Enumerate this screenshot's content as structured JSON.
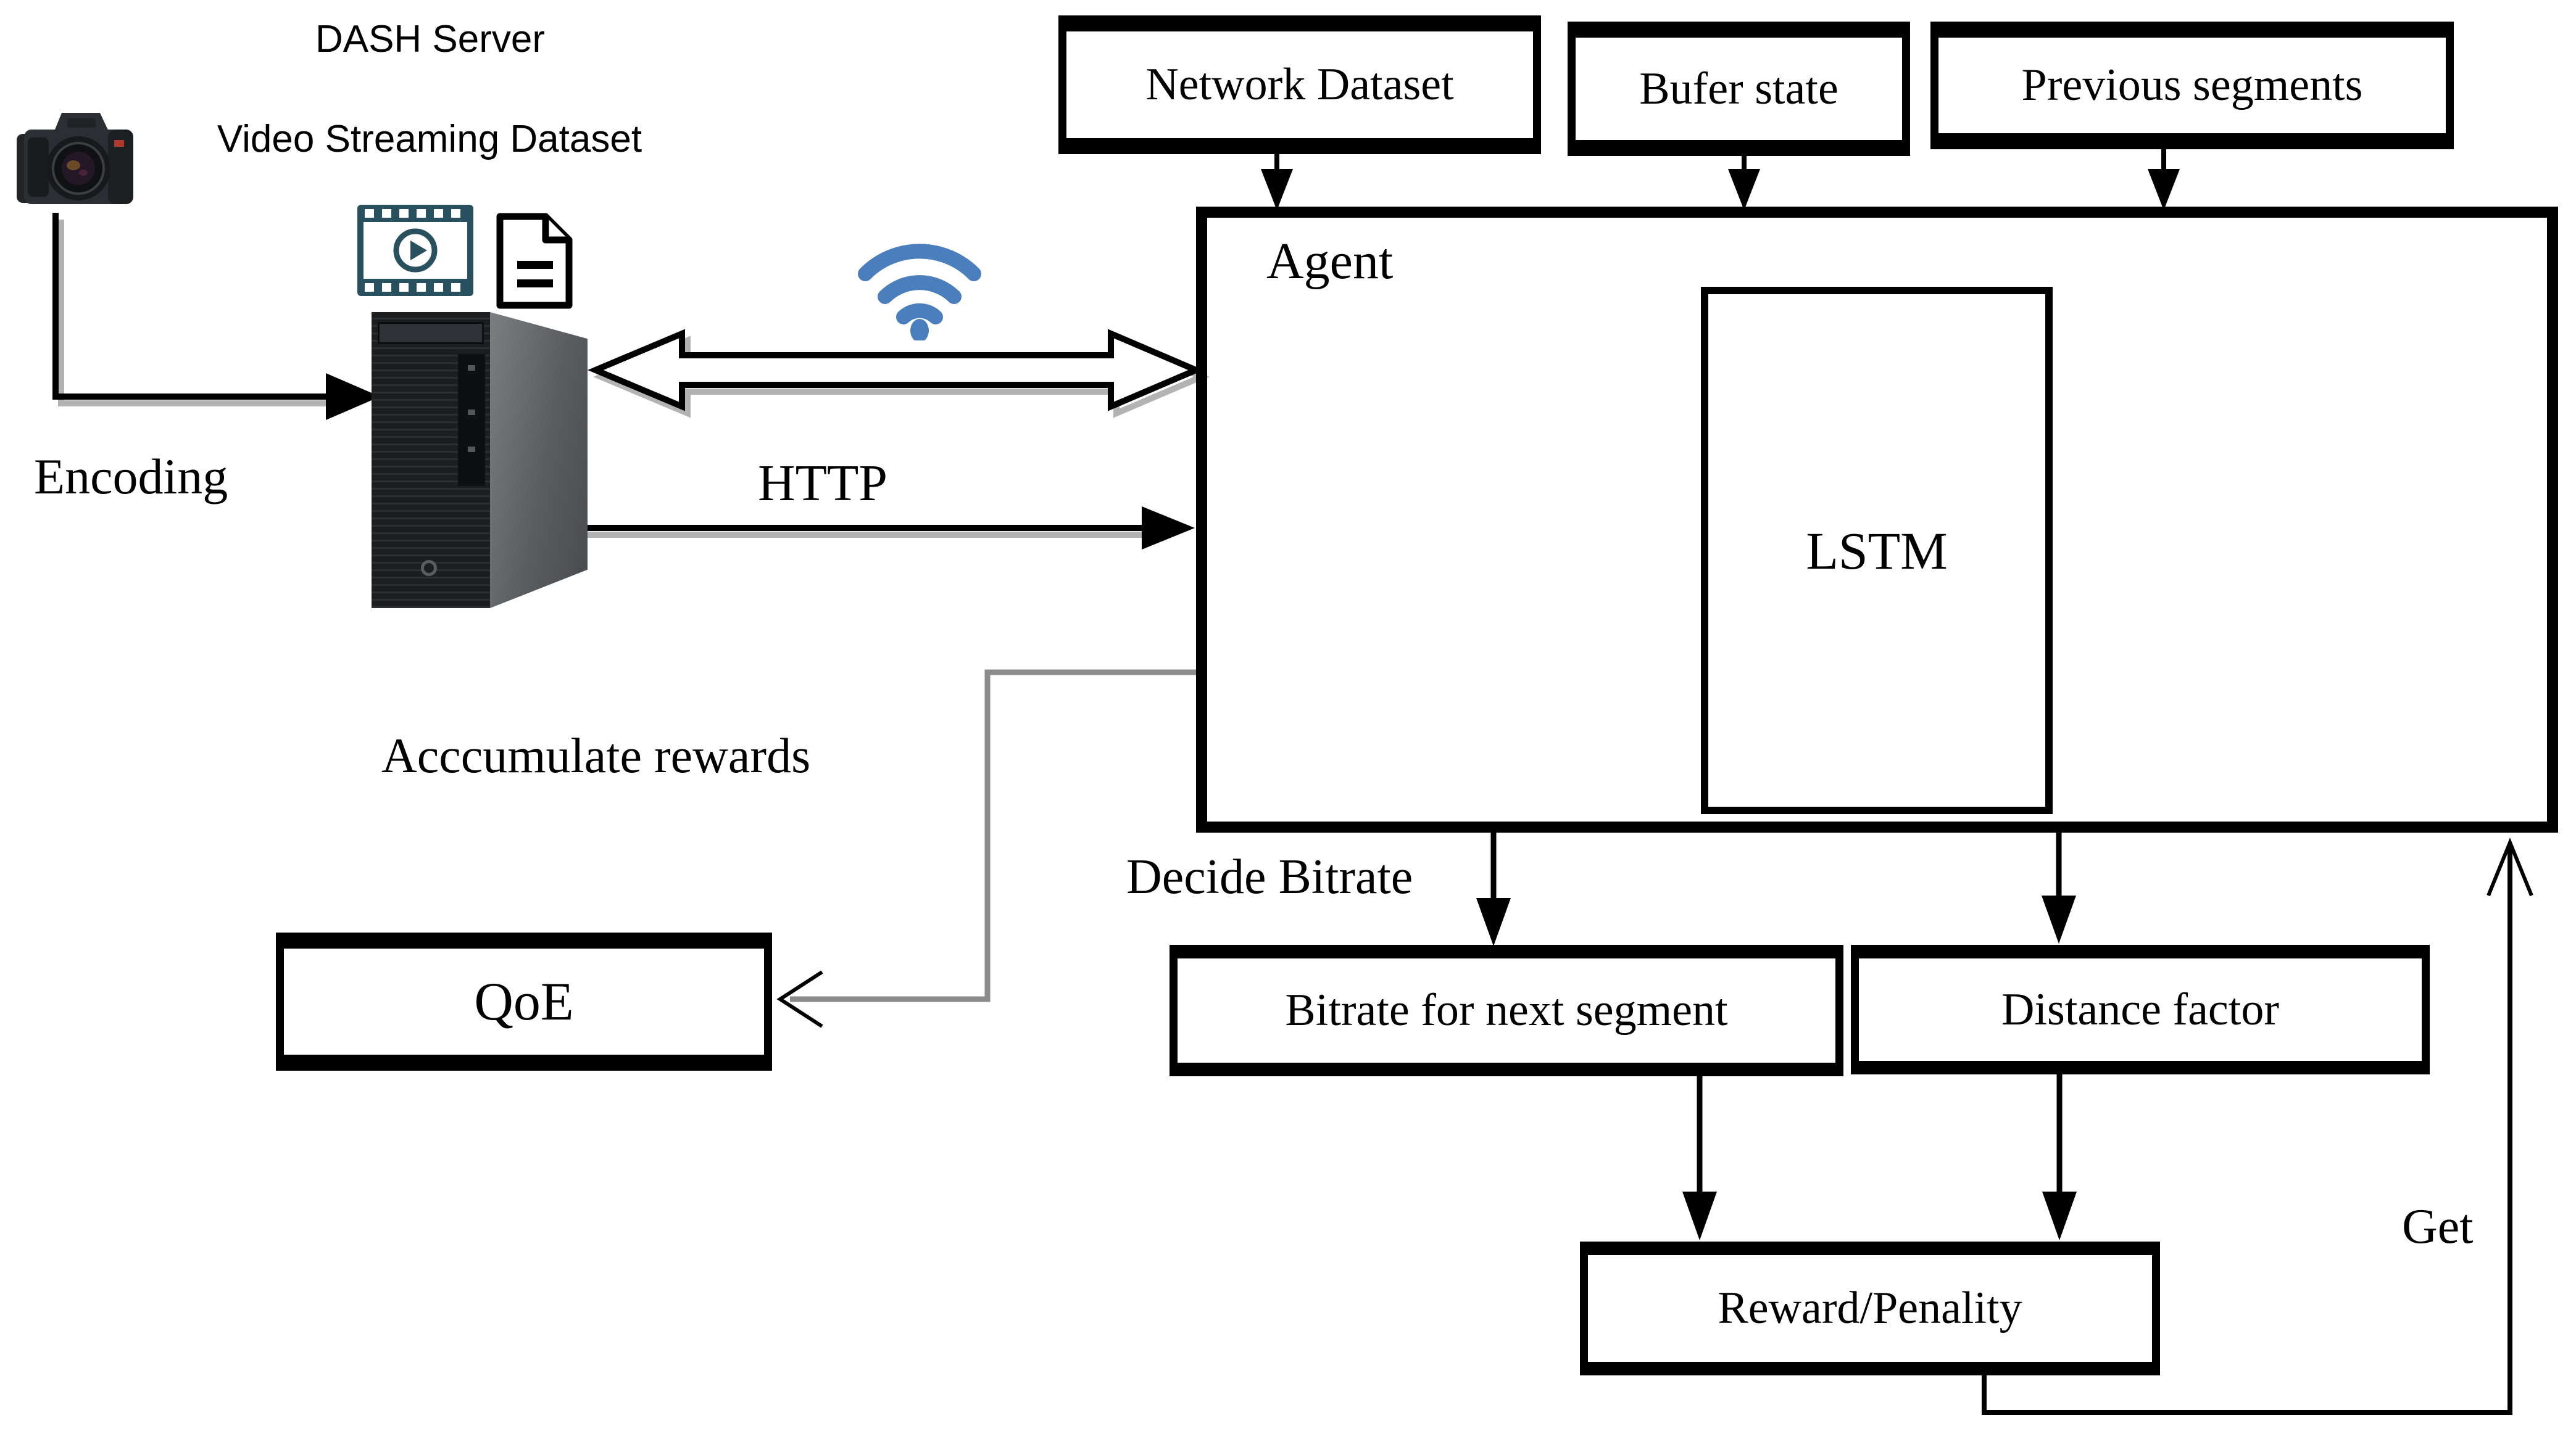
{
  "figure": {
    "type": "system-architecture-diagram",
    "description": "DASH video streaming reinforcement-learning agent loop"
  },
  "labels": {
    "dash_server": "DASH Server",
    "video_streaming_dataset": "Video Streaming Dataset",
    "encoding": "Encoding",
    "http": "HTTP",
    "agent": "Agent",
    "lstm": "LSTM",
    "network_dataset": "Network Dataset",
    "buffer_state": "Bufer state",
    "previous_segments": "Previous segments",
    "accumulate_rewards": "Acccumulate rewards",
    "decide_bitrate": "Decide Bitrate",
    "qoe": "QoE",
    "bitrate_next_segment": "Bitrate for next segment",
    "distance_factor": "Distance factor",
    "reward_penality": "Reward/Penality",
    "get": "Get"
  },
  "icons": {
    "camera": "dslr-camera-icon",
    "film": "film-strip-play-icon",
    "document": "document-icon",
    "wifi": "wifi-icon",
    "server": "server-tower-icon"
  },
  "colors": {
    "ink": "#000000",
    "paper": "#ffffff",
    "line_gray": "#8c8c8c",
    "shadow_gray": "#b3b3b3",
    "wifi_blue": "#4a7ebd",
    "film_teal": "#29505e",
    "tower_front": "#1b1d1f",
    "tower_side": "#6a6d70",
    "camera_body": "#2b2e32",
    "lens_glass": "#241828",
    "camera_badge": "#b0392e"
  }
}
